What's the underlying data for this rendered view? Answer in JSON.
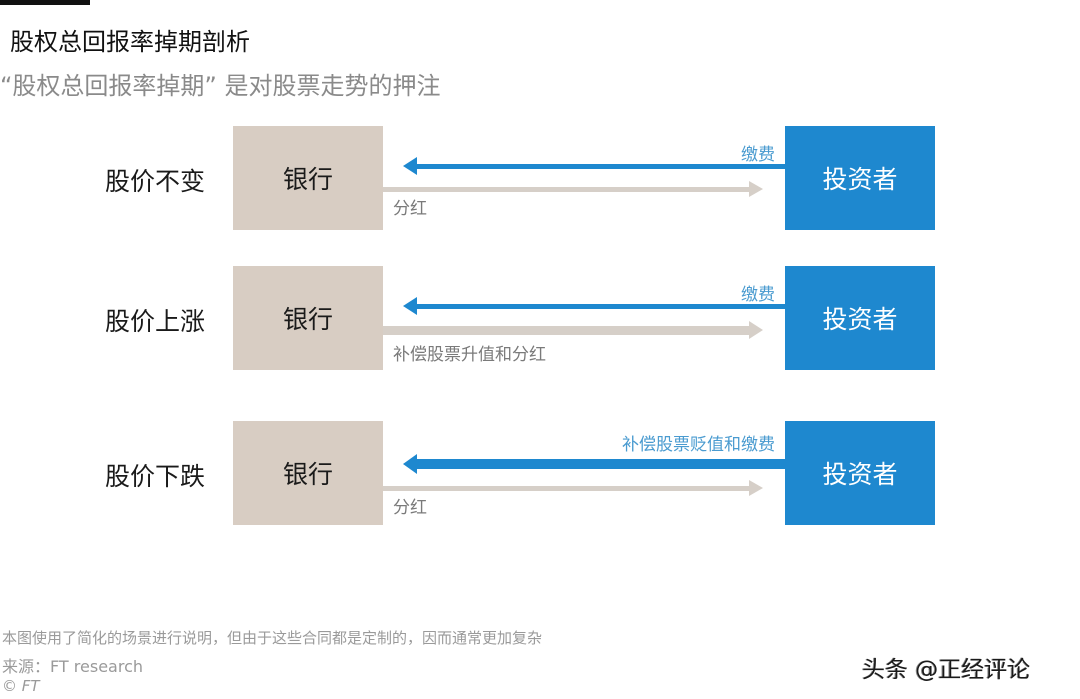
{
  "header": {
    "title": "股权总回报率掉期剖析",
    "subtitle": "“股权总回报率掉期” 是对股票走势的押注"
  },
  "rows": [
    {
      "scenario": "股价不变",
      "bank": "银行",
      "investor": "投资者",
      "investor_to_bank_label": "缴费",
      "bank_to_investor_label": "分红",
      "investor_to_bank_thickness": "medium",
      "bank_to_investor_thickness": "medium"
    },
    {
      "scenario": "股价上涨",
      "bank": "银行",
      "investor": "投资者",
      "investor_to_bank_label": "缴费",
      "bank_to_investor_label": "补偿股票升值和分红",
      "investor_to_bank_thickness": "medium",
      "bank_to_investor_thickness": "thick"
    },
    {
      "scenario": "股价下跌",
      "bank": "银行",
      "investor": "投资者",
      "investor_to_bank_label": "补偿股票贬值和缴费",
      "bank_to_investor_label": "分红",
      "investor_to_bank_thickness": "thick",
      "bank_to_investor_thickness": "medium"
    }
  ],
  "colors": {
    "bank_box": "#d8cdc3",
    "investor_box": "#1e88cf",
    "blue_arrow": "#1e88cf",
    "grey_arrow": "#d6cfc8"
  },
  "footer": {
    "note": "本图使用了简化的场景进行说明，但由于这些合同都是定制的，因而通常更加复杂",
    "source": "来源：FT research",
    "copyright": "© FT"
  },
  "watermark": "头条 @正经评论"
}
